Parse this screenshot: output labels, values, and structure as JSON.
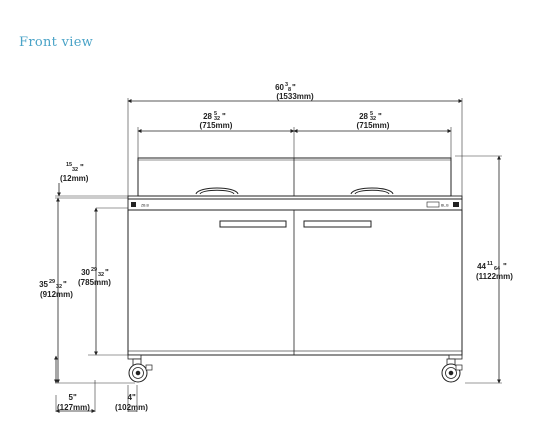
{
  "header": {
    "title": "Front view",
    "title_color": "#4aa3c7"
  },
  "dimensions": {
    "overall_width": {
      "whole": "60",
      "num": "3",
      "den": "8",
      "inch": "\"",
      "metric": "(1533mm)"
    },
    "left_lid_width": {
      "whole": "28",
      "num": "5",
      "den": "32",
      "inch": "\"",
      "metric": "(715mm)"
    },
    "right_lid_width": {
      "whole": "28",
      "num": "5",
      "den": "32",
      "inch": "\"",
      "metric": "(715mm)"
    },
    "cutting_board": {
      "num": "15",
      "den": "32",
      "inch": "\"",
      "metric": "(12mm)"
    },
    "counter_height": {
      "whole": "35",
      "num": "29",
      "den": "32",
      "inch": "\"",
      "metric": "(912mm)"
    },
    "cabinet_height": {
      "whole": "30",
      "num": "29",
      "den": "32",
      "inch": "\"",
      "metric": "(785mm)"
    },
    "overall_height": {
      "whole": "44",
      "num": "11",
      "den": "64",
      "inch": "\"",
      "metric": "(1122mm)"
    },
    "caster_height": {
      "whole": "5",
      "inch": "\"",
      "metric": "(127mm)"
    },
    "caster_offset": {
      "whole": "4",
      "inch": "\"",
      "metric": "(102mm)"
    }
  },
  "panel_labels": {
    "left": "ZB.B",
    "right": "BL.B"
  },
  "colors": {
    "line": "#222222",
    "accent": "#4aa3c7"
  },
  "icons": [
    "door-handle-icon",
    "lid-handle-icon",
    "caster-icon",
    "control-panel-icon"
  ]
}
